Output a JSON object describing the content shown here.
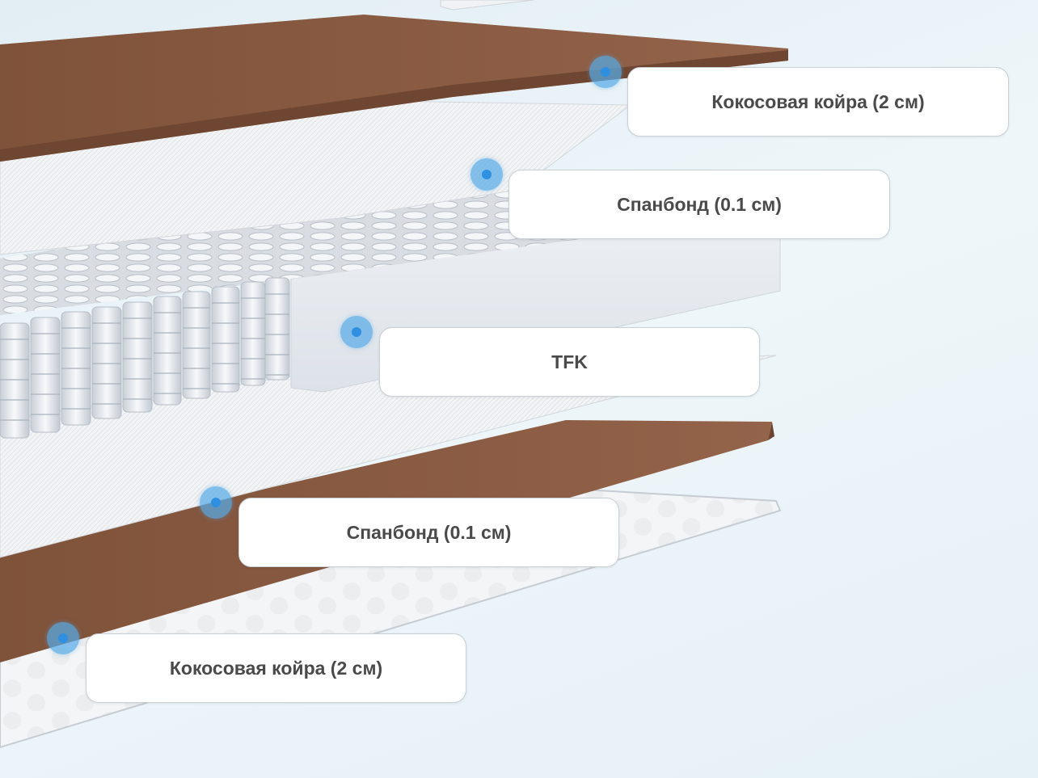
{
  "layers": [
    {
      "label": "Кокосовая койра (2 см)"
    },
    {
      "label": "Спанбонд (0.1 см)"
    },
    {
      "label": "TFK"
    },
    {
      "label": "Спанбонд (0.1 см)"
    },
    {
      "label": "Кокосовая койра (2 см)"
    }
  ],
  "colors": {
    "coir": "#8a5a40",
    "spunbond": "#eef0f2",
    "foam": "#e4e8ee",
    "marker": "#58aae8",
    "label_text": "#4a4a4a"
  }
}
